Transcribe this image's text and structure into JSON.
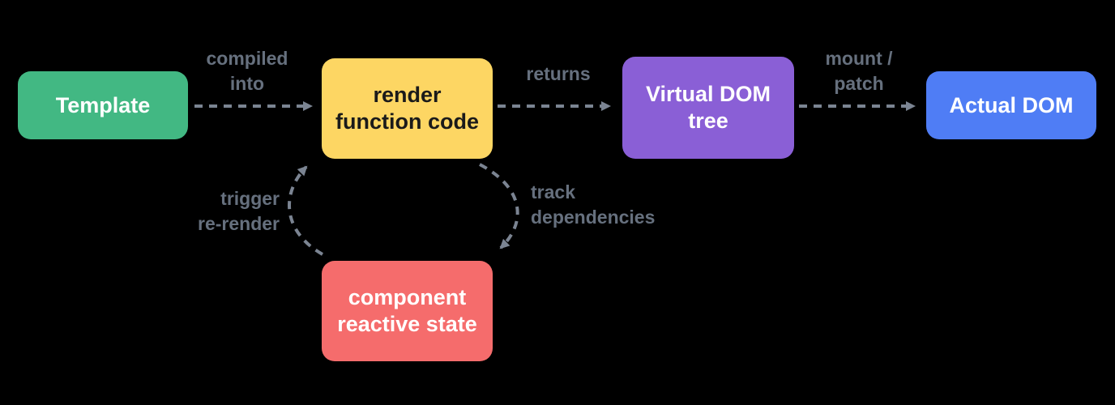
{
  "diagram": {
    "title": "render pipeline diagram",
    "background": "#000000",
    "colors": {
      "edge_label": "#66707e",
      "arrow": "#7b8492"
    },
    "nodes": {
      "template": {
        "label": "Template",
        "color": "#42b883",
        "text_color": "#ffffff"
      },
      "render_fn": {
        "label": "render function code",
        "color": "#fdd663",
        "text_color": "#1a1a1a"
      },
      "vdom": {
        "label": "Virtual DOM tree",
        "color": "#8a5fd6",
        "text_color": "#ffffff"
      },
      "actual_dom": {
        "label": "Actual DOM",
        "color": "#4f7df5",
        "text_color": "#ffffff"
      },
      "state": {
        "label": "component reactive state",
        "color": "#f56c6c",
        "text_color": "#ffffff"
      }
    },
    "edges": {
      "compiled_into": "compiled\ninto",
      "returns": "returns",
      "mount_patch": "mount /\npatch",
      "track_dependencies": "track\ndependencies",
      "trigger_rerender": "trigger\nre-render"
    }
  }
}
